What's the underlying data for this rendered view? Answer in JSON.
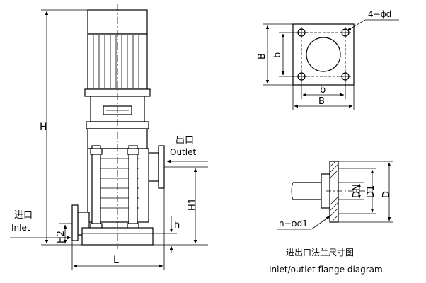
{
  "dimensions": {
    "H": "H",
    "H1": "H1",
    "H2": "H2",
    "h": "h",
    "L": "L",
    "B_top": "B",
    "b_top": "b",
    "B_bottom": "B",
    "b_bottom": "b",
    "holes": "4−ϕd",
    "DN": "DN",
    "D1": "D1",
    "D": "D",
    "n_holes": "n−ϕd1"
  },
  "labels": {
    "outlet_cn": "出口",
    "outlet_en": "Outlet",
    "inlet_cn": "进口",
    "inlet_en": "Inlet"
  },
  "caption": {
    "cn": "进出口法兰尺寸图",
    "en": "Inlet/outlet flange diagram"
  }
}
